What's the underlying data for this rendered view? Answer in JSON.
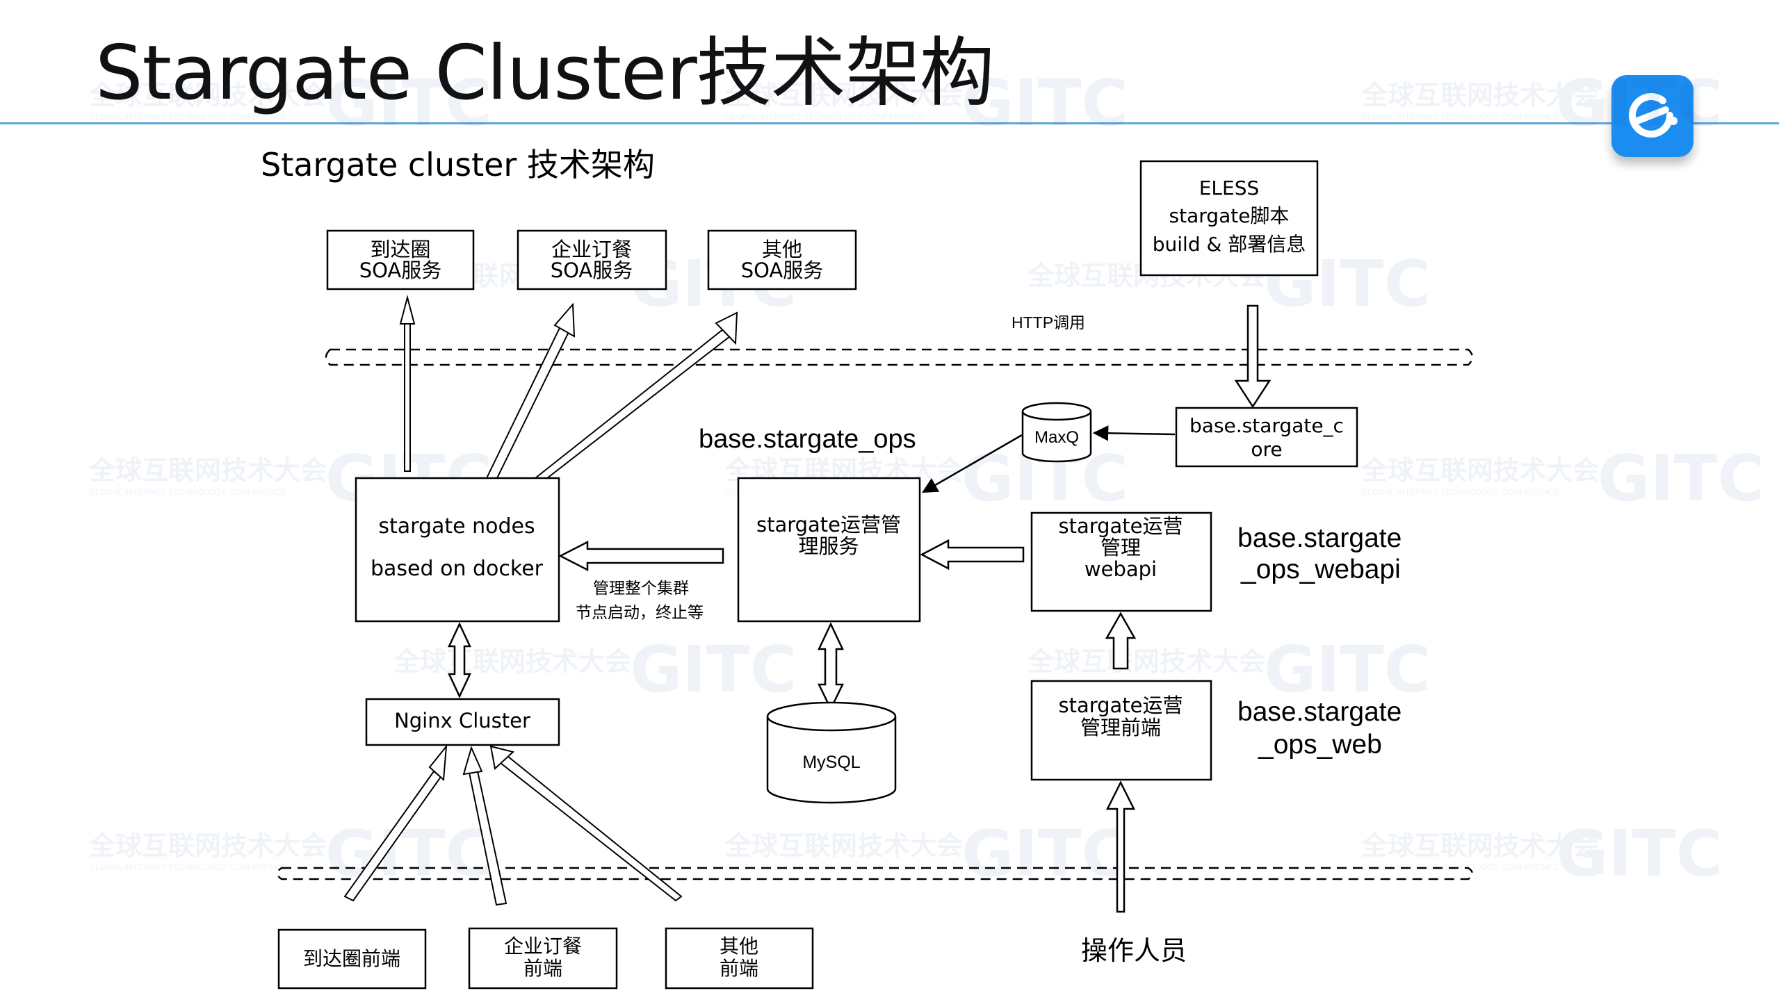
{
  "slide": {
    "title": "Stargate Cluster技术架构",
    "colors": {
      "title_rule": "#5aa6e0",
      "logo_bg": "#1b8df0",
      "stroke": "#000000"
    },
    "logo_icon": "eleme-logo-icon"
  },
  "diagram": {
    "subtitle": "Stargate cluster 技术架构",
    "soa_services": [
      {
        "line1": "到达圈",
        "line2": "SOA服务"
      },
      {
        "line1": "企业订餐",
        "line2": "SOA服务"
      },
      {
        "line1": "其他",
        "line2": "SOA服务"
      }
    ],
    "eless_box": [
      "ELESS",
      "stargate脚本",
      "build & 部署信息"
    ],
    "http_label": "HTTP调用",
    "ops_label": "base.stargate_ops",
    "maxq": "MaxQ",
    "stargate_core": [
      "base.stargate_c",
      "ore"
    ],
    "nodes_box": [
      "stargate nodes",
      "based on docker"
    ],
    "ops_service_box": [
      "stargate运营管",
      "理服务"
    ],
    "webapi_box": [
      "stargate运营",
      "管理",
      "webapi"
    ],
    "webapi_label": [
      "base.stargate",
      "_ops_webapi"
    ],
    "manage_note": [
      "管理整个集群",
      "节点启动，终止等"
    ],
    "nginx": "Nginx Cluster",
    "mysql": "MySQL",
    "frontend_box": [
      "stargate运营",
      "管理前端"
    ],
    "web_label": [
      "base.stargate",
      "_ops_web"
    ],
    "clients": [
      {
        "line1": "到达圈前端",
        "line2": ""
      },
      {
        "line1": "企业订餐",
        "line2": "前端"
      },
      {
        "line1": "其他",
        "line2": "前端"
      }
    ],
    "operator": "操作人员",
    "watermark": {
      "text": "全球互联网技术大会",
      "sub": "GLOBAL INTERNET TECHNOLOGY CONFERENCE",
      "mark": "GITC"
    }
  }
}
